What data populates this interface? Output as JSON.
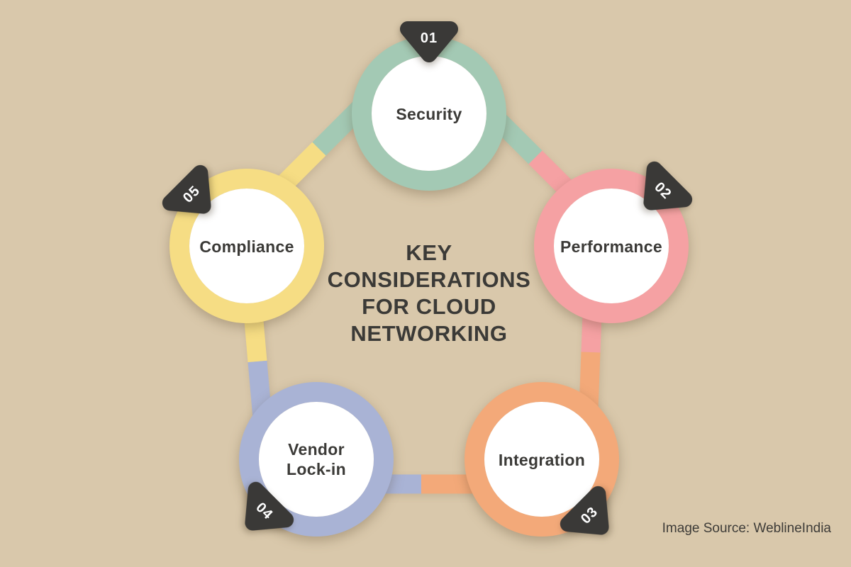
{
  "background_color": "#d9c8ab",
  "inner_circle_color": "#ffffff",
  "label_color": "#3b3a37",
  "title": {
    "lines": [
      "KEY",
      "CONSIDERATIONS",
      "FOR CLOUD",
      "NETWORKING"
    ],
    "color": "#3b3a37"
  },
  "source_note": {
    "text": "Image Source: WeblineIndia",
    "color": "#3e3c38"
  },
  "badge": {
    "color": "#3a3937",
    "number_color": "#ffffff"
  },
  "nodes": [
    {
      "number": "01",
      "label": "Security",
      "color": "#a3c9b4"
    },
    {
      "number": "02",
      "label": "Performance",
      "color": "#f5a1a3"
    },
    {
      "number": "03",
      "label": "Integration",
      "color": "#f3a979"
    },
    {
      "number": "04",
      "label": "Vendor Lock-in",
      "label_lines": [
        "Vendor",
        "Lock-in"
      ],
      "color": "#a9b3d5"
    },
    {
      "number": "05",
      "label": "Compliance",
      "color": "#f6dd84"
    }
  ]
}
